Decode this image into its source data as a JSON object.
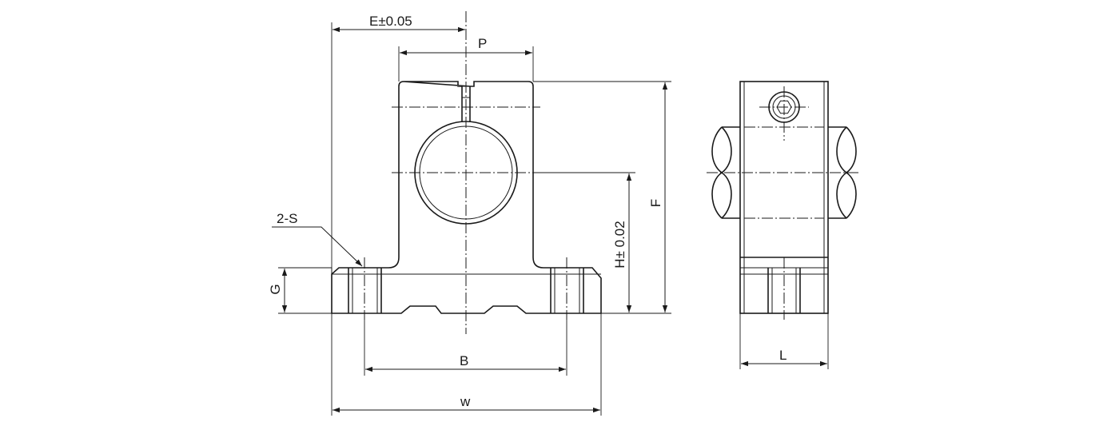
{
  "labels": {
    "e": "E±0.05",
    "p": "P",
    "f": "F",
    "h": "H± 0.02",
    "s": "2-S",
    "g": "G",
    "b": "B",
    "w": "w",
    "l": "L"
  }
}
